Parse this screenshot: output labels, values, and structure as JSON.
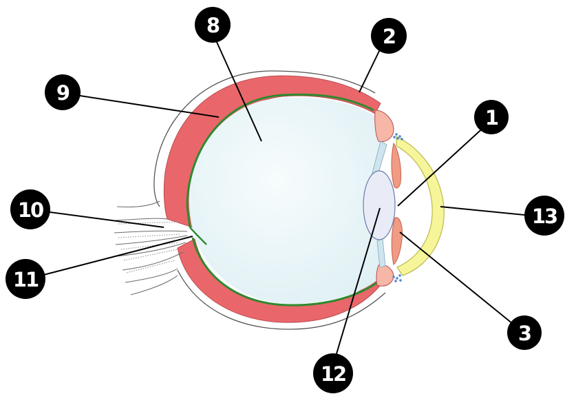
{
  "labels": {
    "c1": "1",
    "c2": "2",
    "c3": "3",
    "c8": "8",
    "c9": "9",
    "c10": "10",
    "c11": "11",
    "c12": "12",
    "c13": "13"
  },
  "colors": {
    "sclera": "#e9676b",
    "sclera_dark": "#b94c50",
    "choroid_green": "#2f8a2e",
    "vitreous": "#eaf6f8",
    "lens": "#e9ebf6",
    "cornea": "#f6f59a",
    "iris": "#f19a84",
    "ciliary_body": "#f6b7a6",
    "zonules": "#bcd9e6",
    "aqueous_dots": "#4a86d6",
    "callout": "#000000"
  }
}
